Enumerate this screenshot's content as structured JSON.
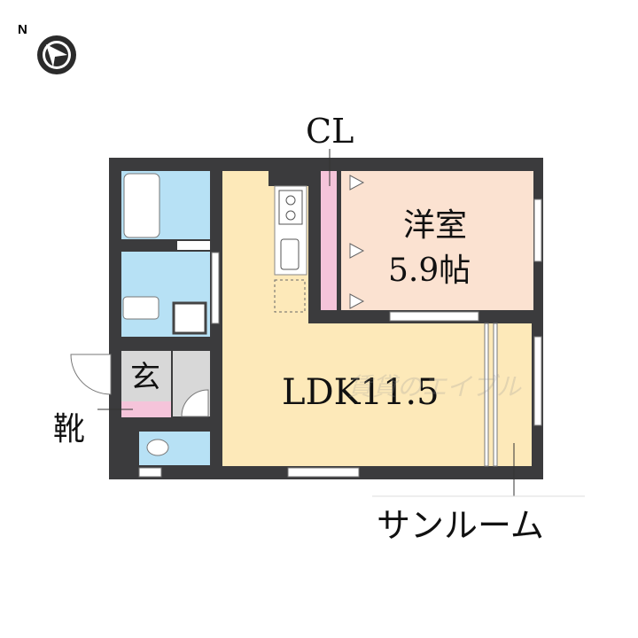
{
  "compass": {
    "label": "N",
    "icon": "north-arrow-icon"
  },
  "rooms": {
    "western": {
      "name": "洋室",
      "size": "5.9帖"
    },
    "ldk": "LDK11.5",
    "entrance": "玄",
    "shoe_box": "靴",
    "closet": "CL",
    "sunroom": "サンルーム"
  },
  "watermark": "賃貸のエイブル",
  "colors": {
    "wall": "#3b3b3d",
    "wet_area": "#b7e1f5",
    "ldk": "#fde9b9",
    "western": "#fbe2d1",
    "storage": "#f5c4da",
    "entrance": "#d8d8d8"
  }
}
